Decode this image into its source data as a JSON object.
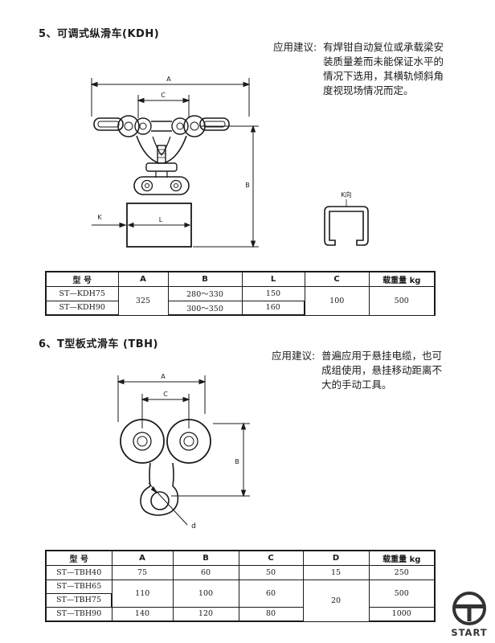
{
  "section5": {
    "title": "5、可调式纵滑车(KDH)",
    "note_label": "应用建议:",
    "note_lines": [
      "有焊钳自动复位或承载梁安",
      "装质量差而未能保证水平的",
      "情况下选用，其横轨倾斜角",
      "度视现场情况而定。"
    ],
    "dims": {
      "A": "A",
      "B": "B",
      "C": "C",
      "K": "K",
      "L": "L"
    },
    "k_view_label": "K向",
    "table": {
      "headers": [
        "型  号",
        "A",
        "B",
        "L",
        "C",
        "载重量 kg"
      ],
      "rows": [
        {
          "model": "ST—KDH75",
          "B": "280～330",
          "L": "150"
        },
        {
          "model": "ST—KDH90",
          "B": "300～350",
          "L": "160"
        }
      ],
      "A_shared": "325",
      "C_shared": "100",
      "load_shared": "500"
    }
  },
  "section6": {
    "title": "6、T型板式滑车 (TBH)",
    "note_label": "应用建议:",
    "note_lines": [
      "普遍应用于悬挂电缆，也可",
      "成组使用，悬挂移动距离不",
      "大的手动工具。"
    ],
    "dims": {
      "A": "A",
      "B": "B",
      "C": "C",
      "d": "d"
    },
    "table": {
      "headers": [
        "型  号",
        "A",
        "B",
        "C",
        "D",
        "载重量 kg"
      ],
      "rows": {
        "r1": {
          "model": "ST—TBH40",
          "A": "75",
          "B": "60",
          "C": "50",
          "D": "15",
          "load": "250"
        },
        "r2": {
          "model": "ST—TBH65",
          "A": "110",
          "B": "100",
          "C": "60",
          "load": "500"
        },
        "r3": {
          "model": "ST—TBH75"
        },
        "r4": {
          "model": "ST—TBH90",
          "A": "140",
          "B": "120",
          "C": "80",
          "load": "1000"
        },
        "D_shared": "20"
      }
    }
  },
  "logo": {
    "text": "START",
    "icon": "start-logo-icon"
  }
}
